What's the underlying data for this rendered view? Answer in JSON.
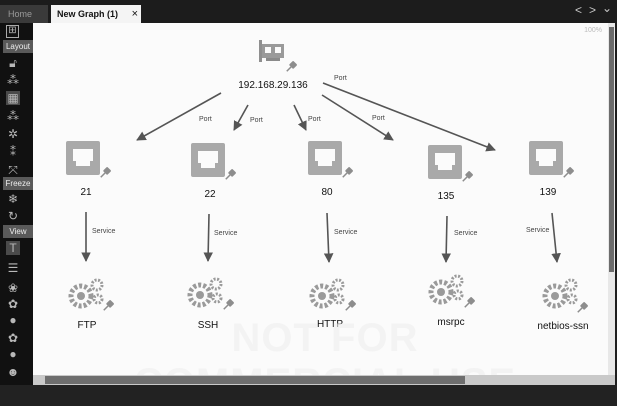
{
  "tabs": {
    "home": "Home",
    "graph": "New Graph (1)",
    "close": "×"
  },
  "nav": {
    "back": "<",
    "forward": ">",
    "menu": "⌄"
  },
  "toolbar": {
    "layout": "Layout",
    "freeze": "Freeze",
    "view": "View"
  },
  "zoom": "100%",
  "graph": {
    "root": {
      "label": "192.168.29.136"
    },
    "port_edge_label": "Port",
    "service_edge_label": "Service",
    "ports": [
      "21",
      "22",
      "80",
      "135",
      "139"
    ],
    "services": [
      "FTP",
      "SSH",
      "HTTP",
      "msrpc",
      "netbios-ssn"
    ]
  },
  "watermark": "NOT FOR COMMERCIAL USE",
  "colors": {
    "node_icon": "#a9a9a9",
    "edge": "#555555",
    "pin": "#8d8d8d"
  }
}
